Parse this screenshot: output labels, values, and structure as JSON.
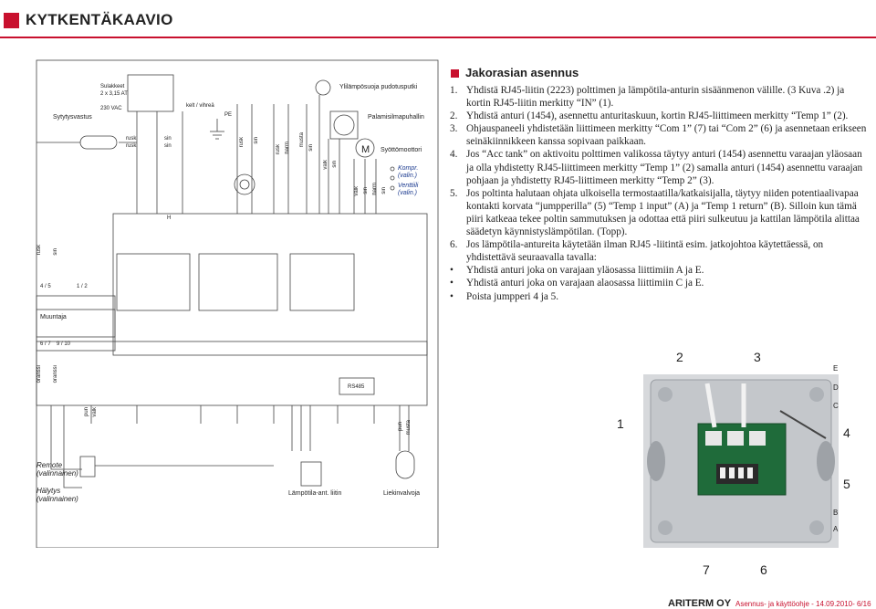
{
  "header": {
    "title": "KYTKENTÄKAAVIO"
  },
  "section": {
    "title": "Jakorasian asennus",
    "steps": [
      {
        "num": "1.",
        "text": "Yhdistä RJ45-liitin (2223) polttimen ja lämpötila-anturin sisäänmenon välille. (3 Kuva .2) ja kortin RJ45-liitin merkitty “IN” (1)."
      },
      {
        "num": "2.",
        "text": "Yhdistä anturi (1454), asennettu anturitaskuun, kortin RJ45-liittimeen merkitty “Temp 1” (2)."
      },
      {
        "num": "3.",
        "text": "Ohjauspaneeli yhdistetään liittimeen merkitty “Com 1” (7) tai “Com 2” (6) ja asennetaan erikseen seinäkiinnikkeen kanssa sopivaan paikkaan."
      },
      {
        "num": "4.",
        "text": "Jos “Acc tank” on aktivoitu polttimen valikossa täytyy anturi (1454) asennettu varaajan yläosaan ja olla yhdistetty RJ45-liittimeen merkitty “Temp 1” (2) samalla anturi (1454) asennettu varaajan pohjaan ja yhdistetty RJ45-liittimeen merkitty “Temp 2” (3)."
      },
      {
        "num": "5.",
        "text": "Jos poltinta halutaan ohjata ulkoisella termostaatilla/katkaisijalla, täytyy niiden potentiaalivapaa kontakti korvata “jumpperilla” (5) “Temp 1 input” (A) ja “Temp 1 return” (B). Silloin kun tämä piiri katkeaa tekee poltin sammutuksen ja odottaa että piiri sulkeutuu ja kattilan lämpötila alittaa säädetyn käynnistyslämpötilan. (Topp)."
      },
      {
        "num": "6.",
        "text": "Jos lämpötila-antureita käytetään ilman RJ45 -liitintä esim. jatkojohtoa käytettäessä, on yhdistettävä seuraavalla tavalla:"
      },
      {
        "num": "•",
        "text": "Yhdistä anturi joka on varajaan yläosassa liittimiin A ja E."
      },
      {
        "num": "•",
        "text": "Yhdistä anturi joka on varajaan alaosassa liittimiin C ja E."
      },
      {
        "num": "•",
        "text": "Poista jumpperi 4 ja 5."
      }
    ]
  },
  "diagram": {
    "sytytysvastus": "Sytytysvastus",
    "sulakkeet": "Sulakkeet",
    "sulakkeet_spec": "2 x 3,15 AT",
    "vac": "230 VAC",
    "kelt_vihrea": "kelt / vihreä",
    "pe": "PE",
    "rusk": "rusk",
    "sin": "sin",
    "harm": "harm",
    "musta": "musta",
    "valk": "valk",
    "ylilampo": "Ylilämpösuoja pudotusputki",
    "palamis": "Palamisilmapuhallin",
    "syotto": "Syöttömoottori",
    "motor_m": "M",
    "kompr": "Kompr.",
    "kompr_valin": "(valin.)",
    "venttiili": "Venttiili",
    "venttiili_valin": "(valin.)",
    "muuntaja": "Muuntaja",
    "t45": "4 / 5",
    "t12": "1 / 2",
    "t67": "6 / 7",
    "t910": "9 / 10",
    "oranssi": "oranssi",
    "pun": "pun",
    "rs485": "RS485",
    "remote": "Remote",
    "remote_sub": "(valinnainen)",
    "halytys": "Hälytys",
    "halytys_sub": "(valinnainen)",
    "lampotila": "Lämpötila-ant. liitin",
    "liekinvalvoja": "Liekinvalvoja",
    "h_label": "H"
  },
  "photo_callouts": {
    "c1": "1",
    "c2": "2",
    "c3": "3",
    "c4": "4",
    "c5": "5",
    "c6": "6",
    "c7": "7",
    "cA": "A",
    "cB": "B",
    "cC": "C",
    "cD": "D",
    "cE": "E"
  },
  "footer": {
    "brand": "ARITERM OY",
    "text": "Asennus- ja käyttöohje - 14.09.2010- 6/16"
  },
  "colors": {
    "accent": "#c8102e",
    "pcb": "#1f6b3a"
  }
}
